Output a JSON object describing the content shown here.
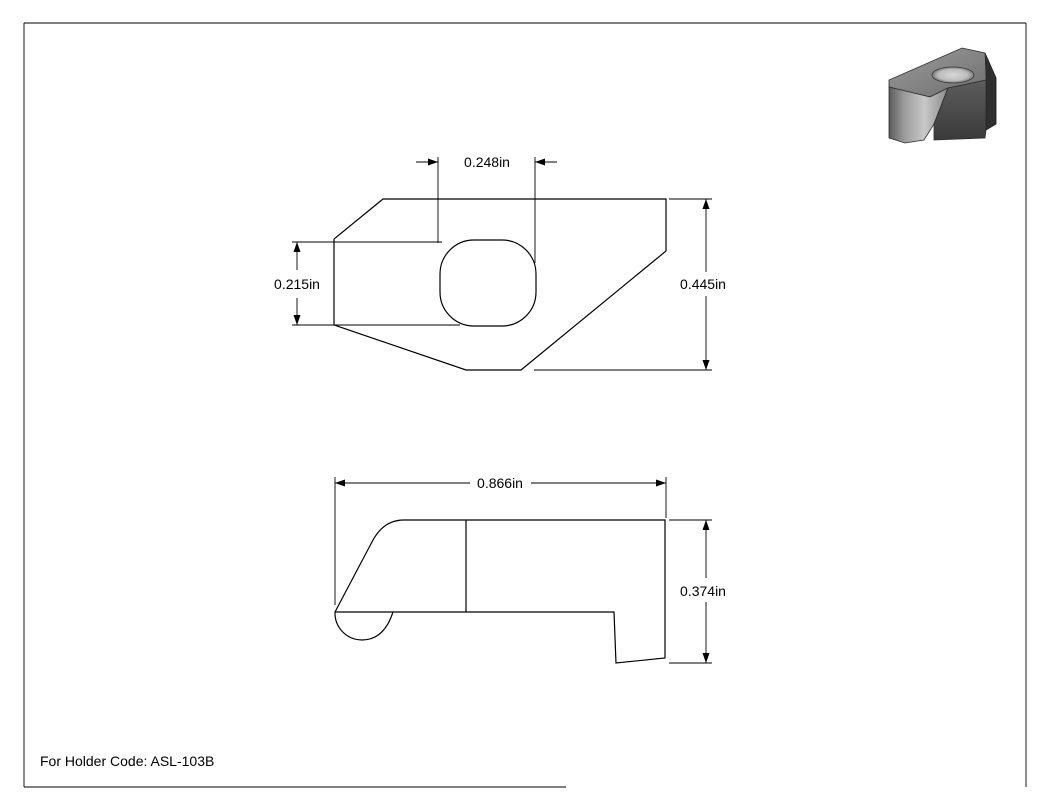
{
  "dimensions": {
    "hole_width": "0.248in",
    "hole_height": "0.215in",
    "top_height": "0.445in",
    "overall_length": "0.866in",
    "side_height": "0.374in"
  },
  "footer": {
    "holder_code": "For Holder Code: ASL-103B"
  }
}
